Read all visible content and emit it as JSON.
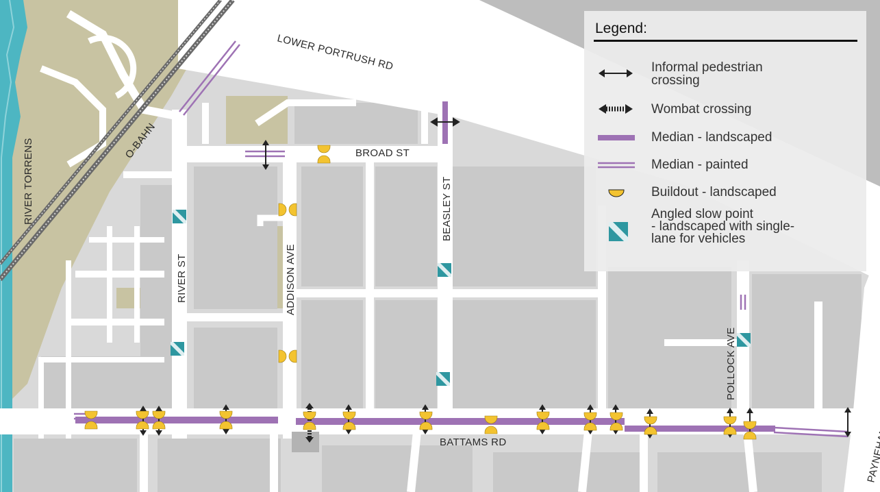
{
  "map": {
    "streets": {
      "lower_portrush": "LOWER PORTRUSH RD",
      "obahn": "O-BAHN",
      "river_torrens": "RIVER TORRENS",
      "broad": "BROAD ST",
      "beasley": "BEASLEY ST",
      "river": "RIVER ST",
      "addison": "ADDISON AVE",
      "battams": "BATTAMS RD",
      "pollock": "POLLOCK AVE",
      "payneham": "PAYNEHAM RD"
    },
    "colors": {
      "background": "#d9d9d9",
      "road": "#ffffff",
      "block": "#c9c9c9",
      "park": "#c8c3a2",
      "river": "#4db6c2",
      "median": "#9e72b4",
      "buildout": "#f3c330",
      "slow_point": "#2e97a0"
    }
  },
  "legend": {
    "title": "Legend:",
    "items": [
      {
        "icon": "informal-crossing-icon",
        "lines": [
          "Informal pedestrian",
          "crossing"
        ]
      },
      {
        "icon": "wombat-crossing-icon",
        "lines": [
          "Wombat crossing"
        ]
      },
      {
        "icon": "median-landscaped-icon",
        "lines": [
          "Median - landscaped"
        ]
      },
      {
        "icon": "median-painted-icon",
        "lines": [
          "Median - painted"
        ]
      },
      {
        "icon": "buildout-icon",
        "lines": [
          "Buildout - landscaped"
        ]
      },
      {
        "icon": "angled-slow-point-icon",
        "lines": [
          "Angled slow point",
          "- landscaped with single-",
          "lane for vehicles"
        ]
      }
    ]
  }
}
